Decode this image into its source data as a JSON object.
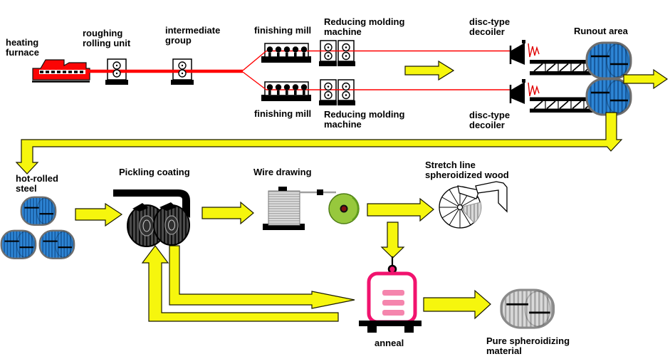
{
  "diagram": {
    "labels": {
      "heating_furnace": "heating\nfurnace",
      "roughing_rolling_unit": "roughing\nrolling unit",
      "intermediate_group": "intermediate\ngroup",
      "finishing_mill_top": "finishing mill",
      "reducing_molding_top": "Reducing molding\nmachine",
      "disc_decoiler_top": "disc-type\ndecoiler",
      "runout_area": "Runout area",
      "finishing_mill_bottom": "finishing mill",
      "reducing_molding_bottom": "Reducing molding\nmachine",
      "disc_decoiler_bottom": "disc-type\ndecoiler",
      "hot_rolled_steel": "hot-rolled\nsteel",
      "pickling_coating": "Pickling coating",
      "wire_drawing": "Wire drawing",
      "stretch_line": "Stretch line\nspheroidized wood",
      "anneal": "anneal",
      "pure_spheroidizing": "Pure spheroidizing\nmaterial"
    },
    "colors": {
      "process_line": "#ff0000",
      "arrow_yellow": "#f6f60d",
      "coil_blue": "#2e86d6",
      "coil_dark": "#4a4a4a",
      "coil_gray": "#d9d9d9",
      "furnace_red": "#fb0505",
      "anneal_magenta": "#f1136e",
      "anneal_pink": "#f585ad",
      "wheel_green": "#97c83d"
    }
  }
}
